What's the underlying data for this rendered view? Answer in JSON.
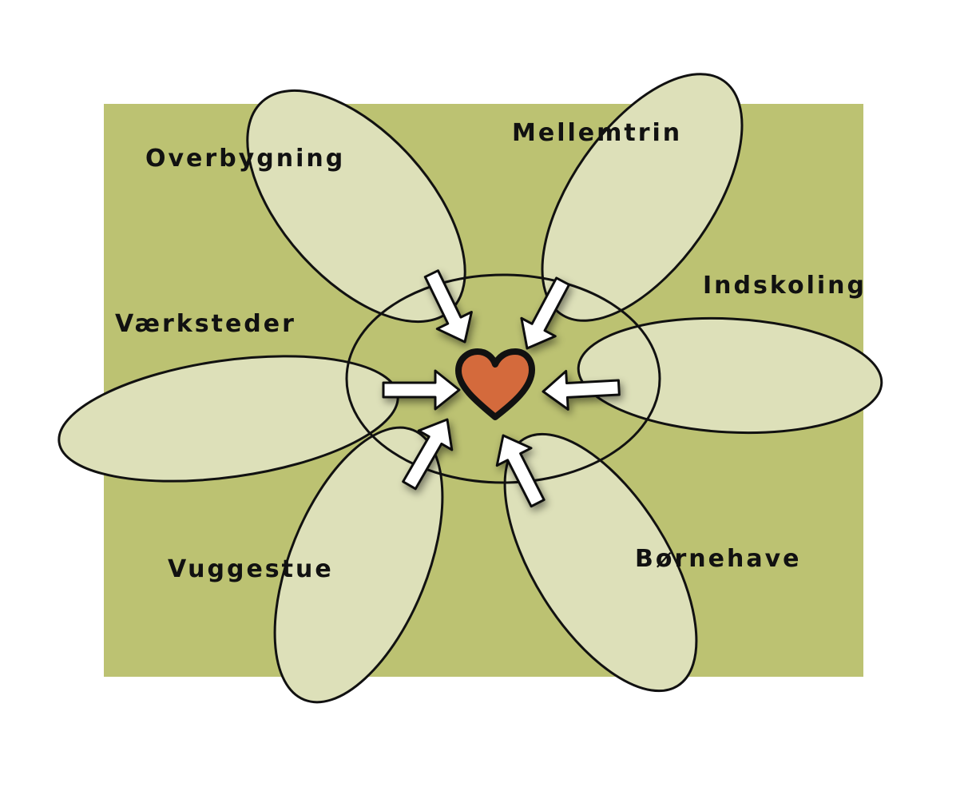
{
  "colors": {
    "background": "#bcc272",
    "petal": "#dde0b9",
    "outline": "#111111",
    "arrow": "#ffffff",
    "heart": "#d46a3c"
  },
  "petals": [
    {
      "label": "Overbygning",
      "icon": "petal-shape"
    },
    {
      "label": "Mellemtrin",
      "icon": "petal-shape"
    },
    {
      "label": "Indskoling",
      "icon": "petal-shape"
    },
    {
      "label": "Børnehave",
      "icon": "petal-shape"
    },
    {
      "label": "Vuggestue",
      "icon": "petal-shape"
    },
    {
      "label": "Værksteder",
      "icon": "petal-shape"
    }
  ],
  "center": {
    "icon": "heart-icon"
  }
}
